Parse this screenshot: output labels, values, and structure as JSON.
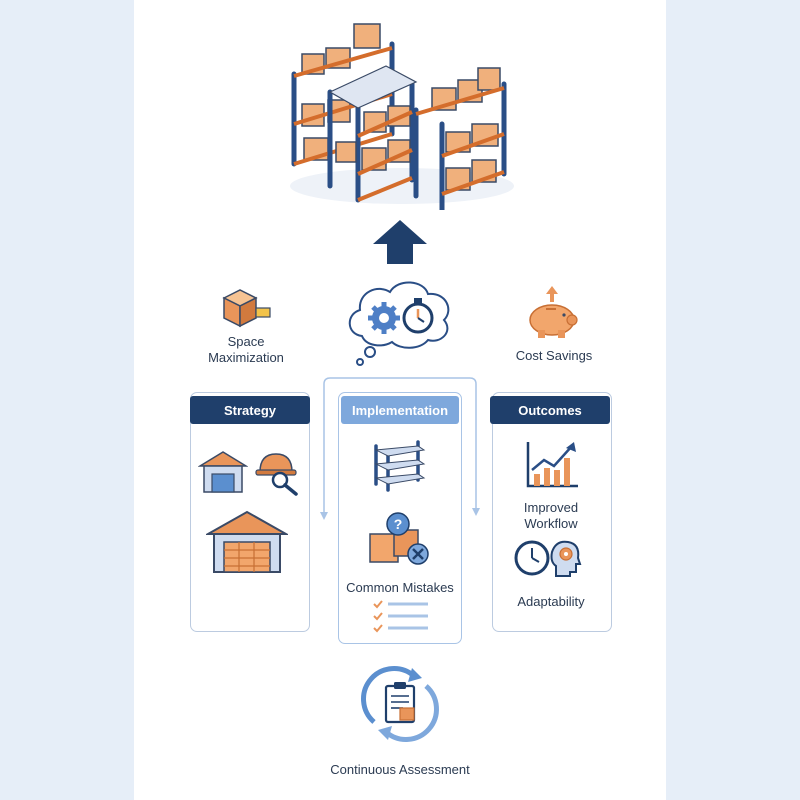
{
  "labels": {
    "space_maximization": "Space\nMaximization",
    "cost_savings": "Cost Savings",
    "common_mistakes": "Common Mistakes",
    "improved_workflow": "Improved\nWorkflow",
    "adaptability": "Adaptability",
    "continuous_assessment": "Continuous Assessment"
  },
  "panels": {
    "strategy": "Strategy",
    "implementation": "Implementation",
    "outcomes": "Outcomes"
  },
  "icons": [
    "warehouse-shelving-icon",
    "up-arrow-icon",
    "tape-measure-box-icon",
    "gear-stopwatch-thought-icon",
    "piggy-bank-icon",
    "warehouse-small-icon",
    "hardhat-magnifier-icon",
    "warehouse-large-icon",
    "shelf-rack-icon",
    "question-boxes-icon",
    "checklist-icon",
    "growth-chart-icon",
    "clock-brain-icon",
    "cycle-clipboard-icon"
  ],
  "colors": {
    "navy": "#1f3f6b",
    "blue": "#5b8fcf",
    "light_blue": "#7ea8dc",
    "orange": "#e9955a",
    "orange_dark": "#c86f34"
  }
}
